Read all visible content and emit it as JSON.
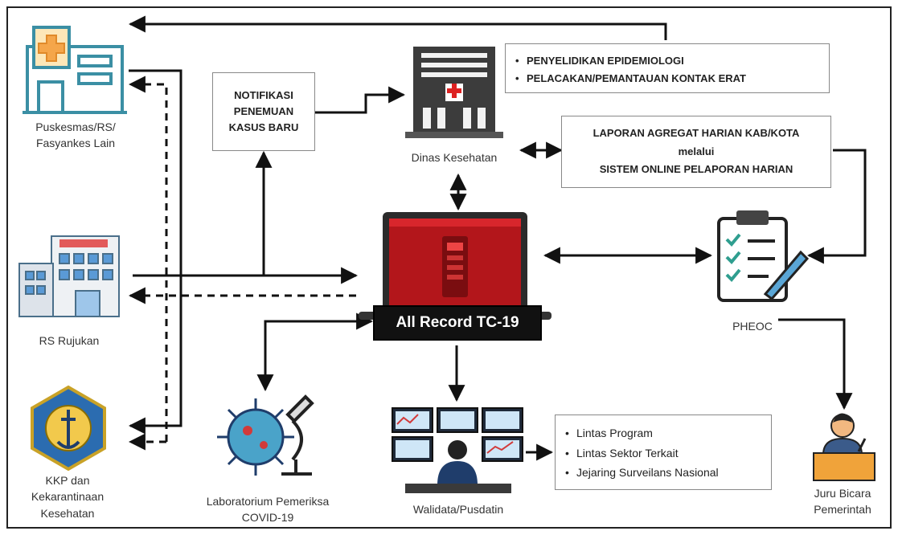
{
  "nodes": {
    "puskesmas": "Puskesmas/RS/\nFasyankes Lain",
    "rs_rujukan": "RS Rujukan",
    "kkp": "KKP dan\nKekarantinaan\nKesehatan",
    "dinas": "Dinas Kesehatan",
    "center": "All Record TC-19",
    "lab": "Laboratorium Pemeriksa\nCOVID-19",
    "walidata": "Walidata/Pusdatin",
    "pheoc": "PHEOC",
    "juru": "Juru Bicara\nPemerintah"
  },
  "boxes": {
    "notifikasi": "NOTIFIKASI\nPENEMUAN\nKASUS BARU",
    "dinas_tasks": [
      "PENYELIDIKAN EPIDEMIOLOGI",
      "PELACAKAN/PEMANTAUAN KONTAK ERAT"
    ],
    "laporan": "LAPORAN AGREGAT HARIAN KAB/KOTA\nmelalui\nSISTEM ONLINE PELAPORAN HARIAN",
    "walidata_targets": [
      "Lintas Program",
      "Lintas Sektor Terkait",
      "Jejaring Surveilans Nasional"
    ]
  },
  "colors": {
    "laptop": "#b3161b",
    "laptop_dark": "#8c0f13",
    "outline": "#3b8fa4",
    "line": "#111111"
  }
}
